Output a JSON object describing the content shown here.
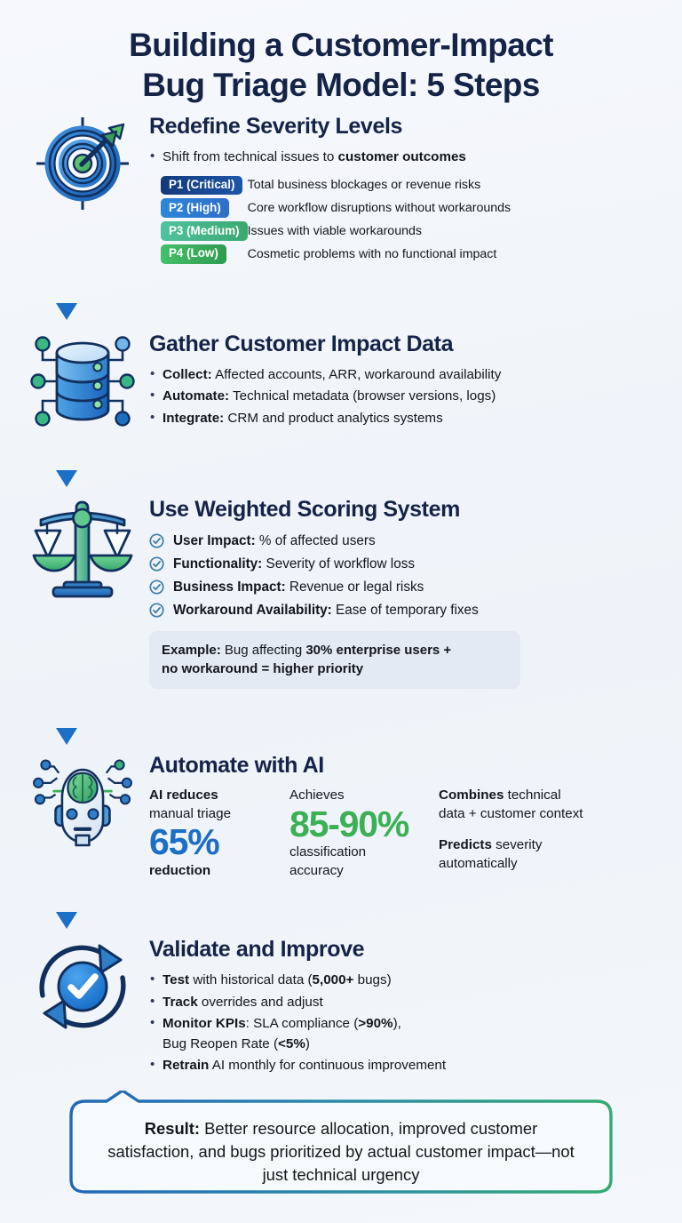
{
  "title": {
    "line1": "Building a Customer-Impact",
    "line2": "Bug Triage Model: 5 Steps"
  },
  "colors": {
    "navy": "#152347",
    "blue": "#1c6fc4",
    "green": "#3bb054",
    "teal": "#35a98a",
    "page_bg": "#f4f7fb",
    "example_bg": "#e3eaf3",
    "check_blue": "#3f7ba8"
  },
  "steps": [
    {
      "id": "redefine-severity-levels",
      "icon": "target-arrow-icon",
      "title": "Redefine Severity Levels",
      "bullets": [
        {
          "lead": "",
          "text": "Shift from technical issues to ",
          "bold_tail": "customer outcomes"
        }
      ],
      "severity_rows": [
        {
          "badge": "P1 (Critical)",
          "badge_from": "#123a7a",
          "badge_to": "#1f55a8",
          "desc": "Total business blockages or revenue risks"
        },
        {
          "badge": "P2 (High)",
          "badge_from": "#2d86d8",
          "badge_to": "#2f6fc9",
          "desc": "Core workflow disruptions without workarounds"
        },
        {
          "badge": "P3 (Medium)",
          "badge_from": "#4fc2a0",
          "badge_to": "#3aa86f",
          "desc": "Issues with viable workarounds"
        },
        {
          "badge": "P4 (Low)",
          "badge_from": "#45bf6a",
          "badge_to": "#2f9b50",
          "desc": "Cosmetic problems with no functional impact"
        }
      ]
    },
    {
      "id": "gather-customer-impact-data",
      "icon": "database-network-icon",
      "title": "Gather Customer Impact Data",
      "bullets": [
        {
          "lead": "Collect:",
          "text": " Affected accounts, ARR, workaround availability"
        },
        {
          "lead": "Automate:",
          "text": " Technical metadata (browser versions, logs)"
        },
        {
          "lead": "Integrate:",
          "text": " CRM and product analytics systems"
        }
      ]
    },
    {
      "id": "use-weighted-scoring-system",
      "icon": "balance-scales-icon",
      "title": "Use Weighted Scoring System",
      "checks": [
        {
          "lead": "User Impact:",
          "text": " % of affected users"
        },
        {
          "lead": "Functionality:",
          "text": " Severity of workflow loss"
        },
        {
          "lead": "Business Impact:",
          "text": " Revenue or legal risks"
        },
        {
          "lead": "Workaround Availability:",
          "text": " Ease of temporary fixes"
        }
      ],
      "example": {
        "lead": "Example:",
        "part1": " Bug affecting ",
        "bold1": "30% enterprise users +",
        "bold2": "no workaround = higher priority"
      }
    },
    {
      "id": "automate-with-ai",
      "icon": "ai-robot-brain-icon",
      "title": "Automate with AI",
      "stats": [
        {
          "id": "reduction-stat",
          "lead": "AI reduces",
          "sub": "manual triage",
          "value": "65%",
          "value_color": "blue",
          "footer": "reduction",
          "footer_bold": true
        },
        {
          "id": "accuracy-stat",
          "lead": "Achieves",
          "value": "85-90%",
          "value_color": "green",
          "sub_after_1": "classification",
          "sub_after_2": "accuracy"
        },
        {
          "id": "context-stat",
          "line1_bold": "Combines",
          "line1": " technical",
          "line2": "data + customer context",
          "line3_bold": "Predicts",
          "line3": " severity",
          "line4": "automatically"
        }
      ]
    },
    {
      "id": "validate-and-improve",
      "icon": "refresh-check-icon",
      "title": "Validate and Improve",
      "bullets": [
        {
          "lead": "Test",
          "text": " with historical data (",
          "bold_mid": "5,000+",
          "tail": " bugs)"
        },
        {
          "lead": "Track",
          "text": " overrides and adjust"
        },
        {
          "lead": "Monitor KPIs",
          "text": ": SLA compliance (",
          "bold_mid": ">90%",
          "tail": "),",
          "line2": "Bug Reopen Rate (",
          "bold_mid2": "<5%",
          "tail2": ")"
        },
        {
          "lead": "Retrain",
          "text": " AI monthly for continuous improvement"
        }
      ]
    }
  ],
  "result": {
    "label": "Result:",
    "text": " Better resource allocation, improved customer satisfaction, and bugs prioritized by actual customer impact—not just technical urgency"
  }
}
